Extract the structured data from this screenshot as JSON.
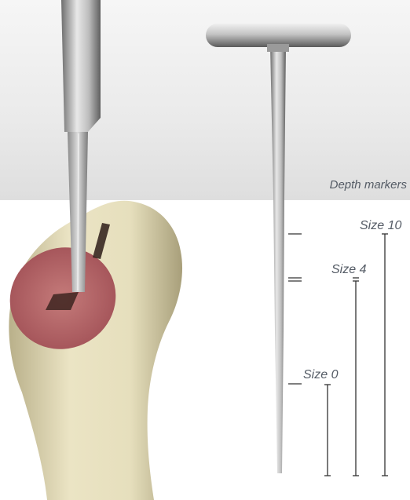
{
  "labels": {
    "depth_markers": "Depth markers",
    "size_10": "Size 10",
    "size_4": "Size 4",
    "size_0": "Size 0"
  },
  "colors": {
    "bone": "#e4dcb8",
    "cut_surface": "#b8666a",
    "metal": "#b8b8b8",
    "label_text": "#555c66",
    "line": "#333333"
  },
  "icons": [
    "bone-illustration",
    "osteotome-instrument",
    "t-handle-reamer"
  ]
}
